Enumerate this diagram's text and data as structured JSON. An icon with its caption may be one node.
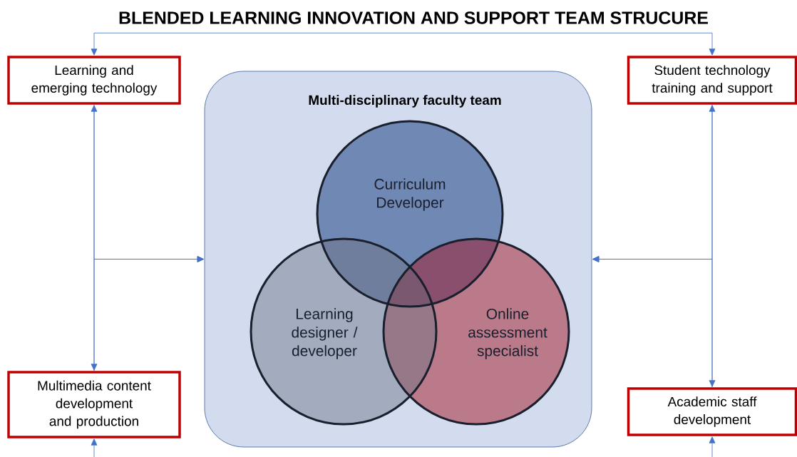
{
  "diagram": {
    "title": "BLENDED LEARNING INNOVATION AND SUPPORT TEAM STRUCURE",
    "nodes": [
      {
        "text": [
          "Learning and emerging technology"
        ]
      },
      {
        "text": [
          "Student technology training and support"
        ]
      },
      {
        "text": [
          "Multi-disciplinary faculty team"
        ]
      },
      {
        "text": [
          "Curriculum Developer"
        ],
        "in": 2
      },
      {
        "text": [
          "Learning designer / developer"
        ],
        "in": 2
      },
      {
        "text": [
          "Online assessment specialist"
        ],
        "in": 2
      },
      {
        "text": [
          "Multimedia content development and production"
        ]
      },
      {
        "text": [
          "Academic staff development"
        ]
      }
    ],
    "edges": [
      {
        "from": 0,
        "to": 1,
        "arrow": "both"
      },
      {
        "from": 0,
        "to": 6,
        "arrow": "both"
      },
      {
        "from": 0,
        "to": 2,
        "arrow": "to"
      },
      {
        "from": 6,
        "to": 2,
        "arrow": "to"
      },
      {
        "from": 1,
        "to": 7,
        "arrow": "both"
      },
      {
        "from": 1,
        "to": 2,
        "arrow": "to"
      },
      {
        "from": 7,
        "to": 2,
        "arrow": "to"
      },
      {
        "from": null,
        "to": 6,
        "arrow": "to"
      },
      {
        "from": null,
        "to": 7,
        "arrow": "to"
      }
    ]
  }
}
